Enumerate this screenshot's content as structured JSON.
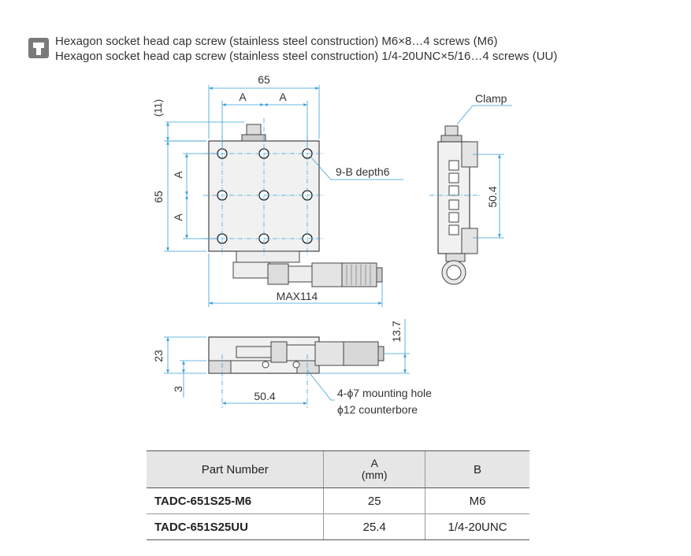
{
  "note": {
    "icon": "screw-icon",
    "line1": "Hexagon socket head cap screw (stainless steel construction) M6×8…4 screws (M6)",
    "line2": "Hexagon socket head cap screw (stainless steel construction) 1/4-20UNC×5/16…4 screws (UU)"
  },
  "drawing": {
    "dim_width": "65",
    "dim_a_top_left": "A",
    "dim_a_top_right": "A",
    "dim_11": "(11)",
    "dim_height": "65",
    "dim_a_left_top": "A",
    "dim_a_left_bottom": "A",
    "callout_tapped_holes": "9-B depth6",
    "dim_max": "MAX114",
    "callout_clamp": "Clamp",
    "dim_side_pitch": "50.4",
    "dim_front_height": "23",
    "dim_front_base": "3",
    "dim_front_pitch": "50.4",
    "dim_micrometer_height": "13.7",
    "callout_mount_line1": "4-ϕ7 mounting hole",
    "callout_mount_line2": "ϕ12 counterbore"
  },
  "table": {
    "headers": {
      "part_number": "Part Number",
      "a": "A",
      "a_unit": "(mm)",
      "b": "B"
    },
    "rows": [
      {
        "part": "TADC-651S25-M6",
        "a": "25",
        "b": "M6"
      },
      {
        "part": "TADC-651S25UU",
        "a": "25.4",
        "b": "1/4-20UNC"
      }
    ]
  }
}
